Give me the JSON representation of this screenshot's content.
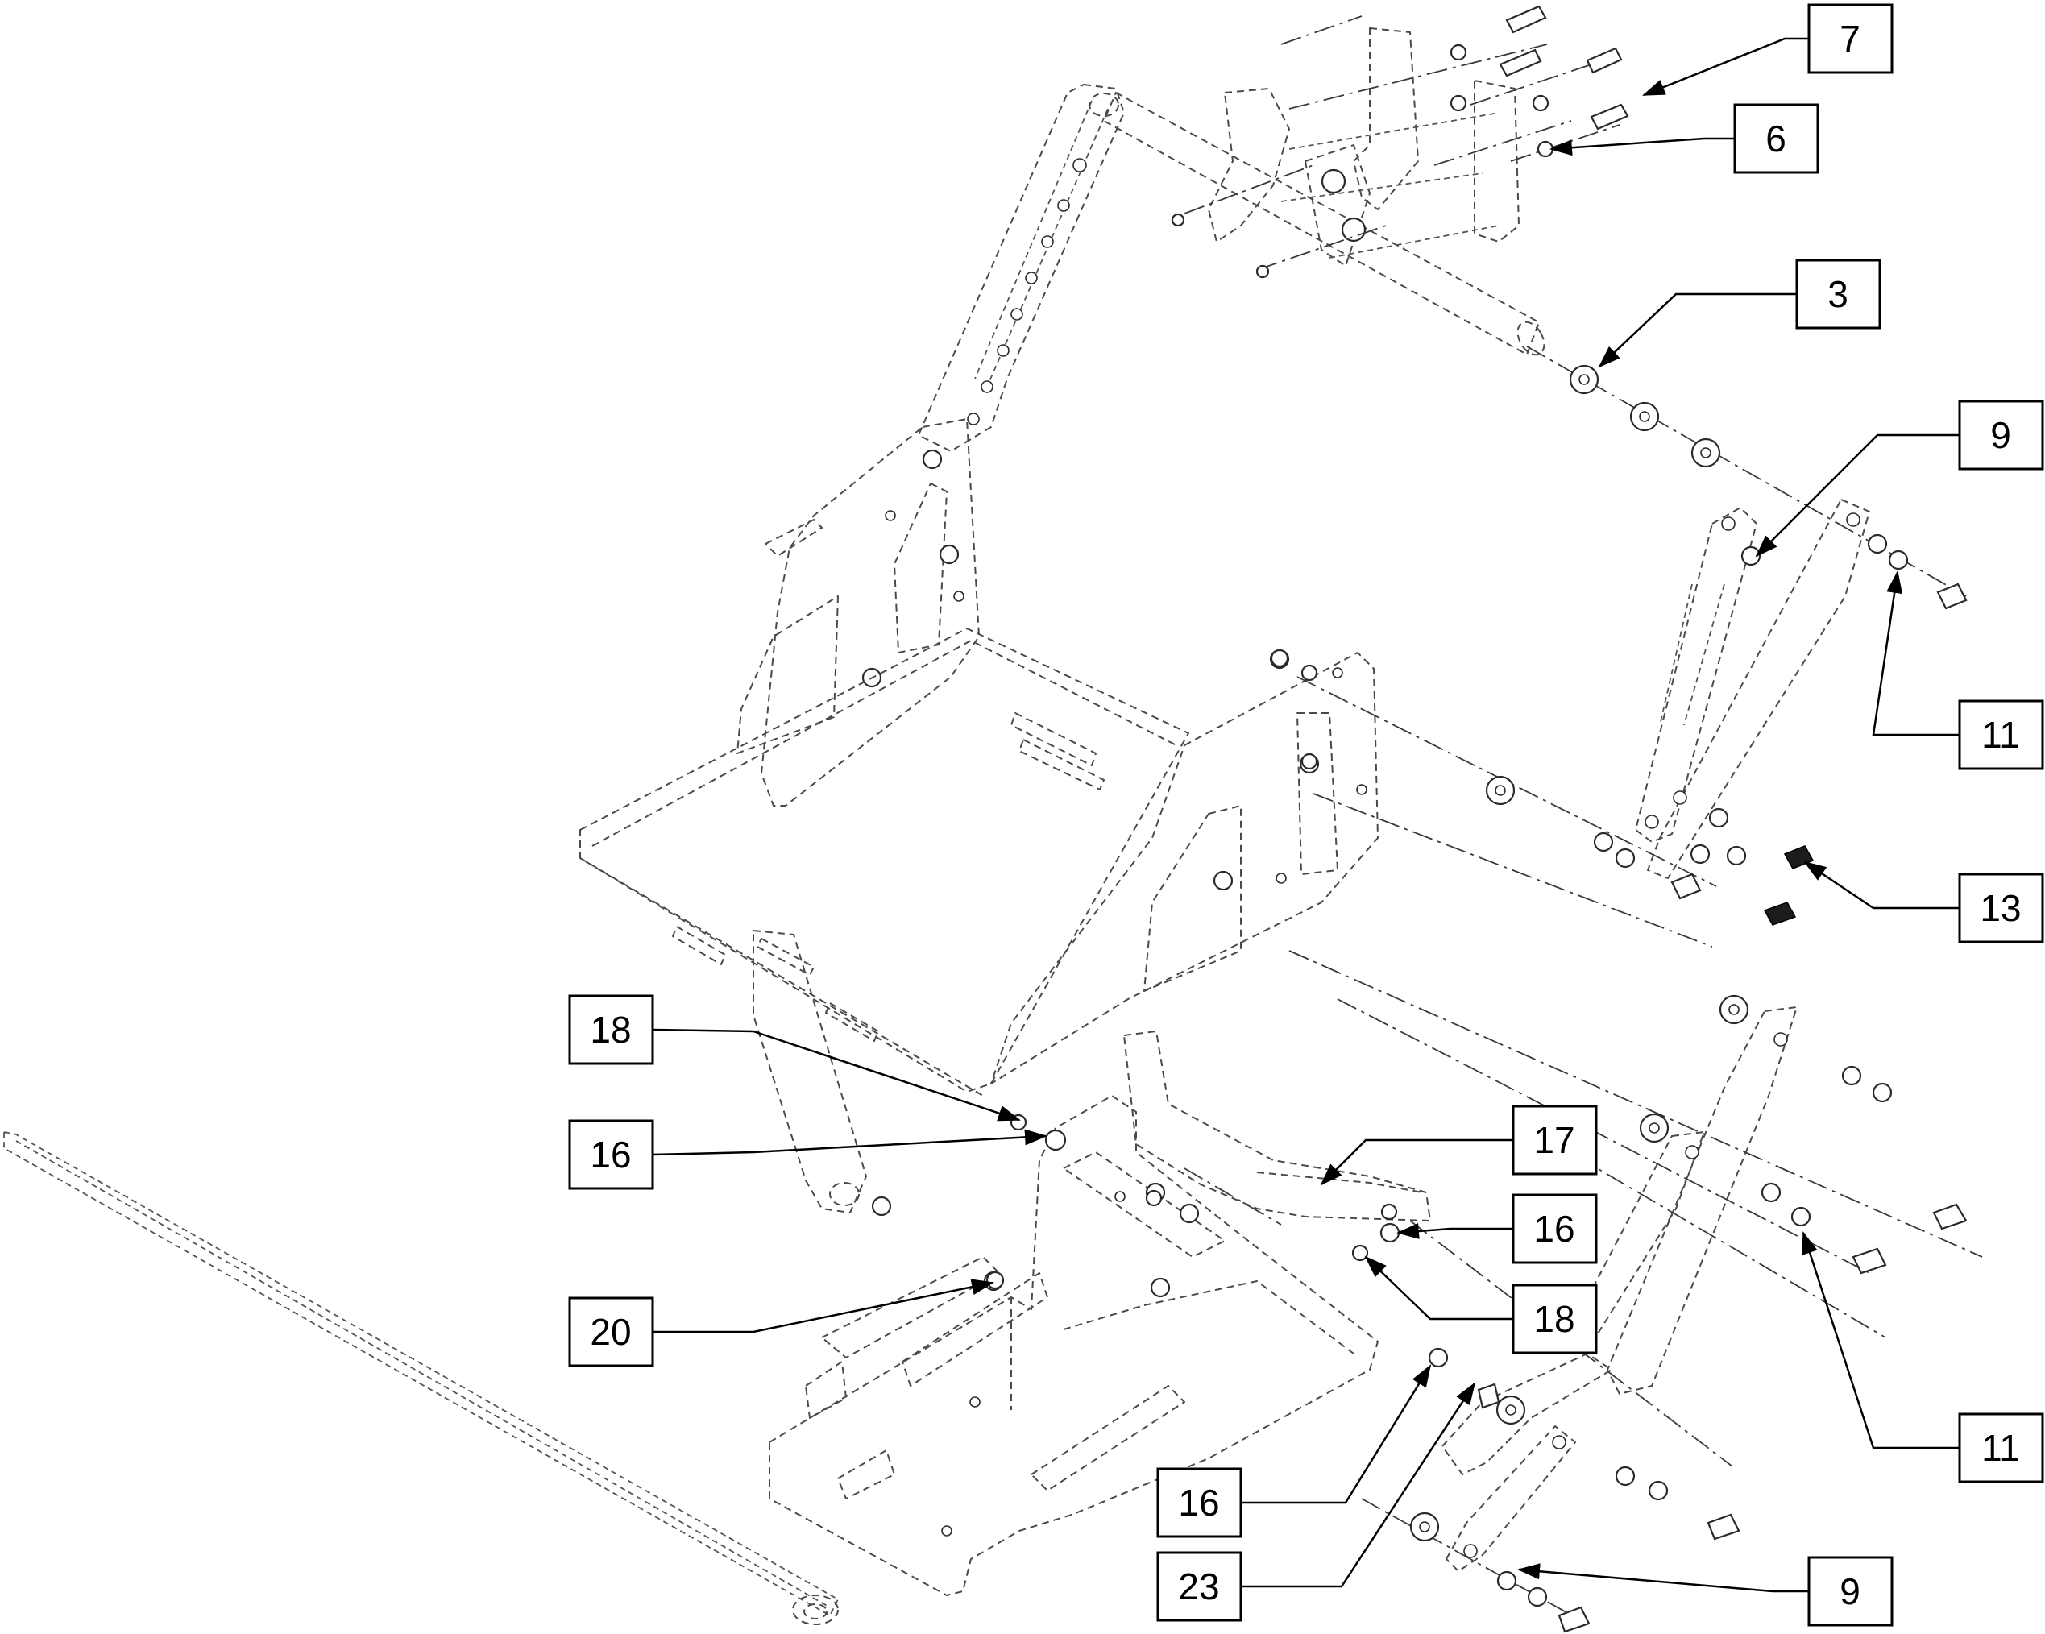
{
  "diagram": {
    "callouts": [
      {
        "id": "c7",
        "label": "7"
      },
      {
        "id": "c6",
        "label": "6"
      },
      {
        "id": "c3",
        "label": "3"
      },
      {
        "id": "c9a",
        "label": "9"
      },
      {
        "id": "c11a",
        "label": "11"
      },
      {
        "id": "c13",
        "label": "13"
      },
      {
        "id": "c18a",
        "label": "18"
      },
      {
        "id": "c16a",
        "label": "16"
      },
      {
        "id": "c17",
        "label": "17"
      },
      {
        "id": "c16b",
        "label": "16"
      },
      {
        "id": "c18b",
        "label": "18"
      },
      {
        "id": "c20",
        "label": "20"
      },
      {
        "id": "c11b",
        "label": "11"
      },
      {
        "id": "c16c",
        "label": "16"
      },
      {
        "id": "c23",
        "label": "23"
      },
      {
        "id": "c9b",
        "label": "9"
      }
    ]
  }
}
